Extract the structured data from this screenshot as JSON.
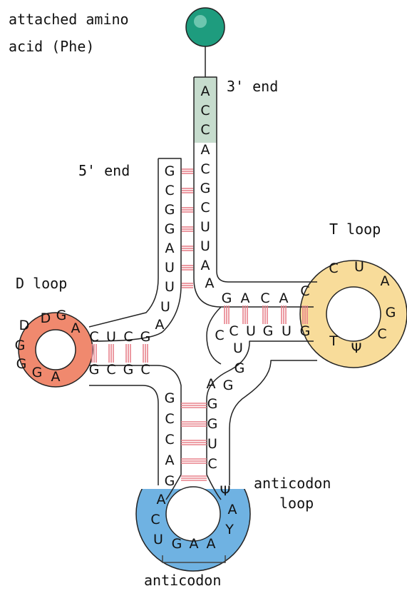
{
  "labels": {
    "amino_acid_line1": "attached amino",
    "amino_acid_line2": "acid (Phe)",
    "three_prime_end": "3' end",
    "five_prime_end": "5' end",
    "t_loop": "T loop",
    "d_loop": "D loop",
    "anticodon_loop_line1": "anticodon",
    "anticodon_loop_line2": "loop",
    "anticodon": "anticodon"
  },
  "colors": {
    "amino_acid": "#1e9c7e",
    "acceptor_tail": "#c6dccd",
    "d_loop": "#f0896e",
    "t_loop": "#f8dc9a",
    "anticodon_loop": "#6fb2e2",
    "base_pair_bond": "#e8808a",
    "strand_outline": "#222222"
  },
  "acceptor_tail": [
    "A",
    "C",
    "C"
  ],
  "acceptor_stem_3prime": [
    "A",
    "C",
    "G",
    "C",
    "U",
    "U",
    "A",
    "A"
  ],
  "acceptor_stem_5prime": [
    "G",
    "C",
    "G",
    "G",
    "A",
    "U",
    "U"
  ],
  "linker_5prime": [
    "U",
    "A"
  ],
  "d_stem_top": [
    "C",
    "U",
    "C",
    "G"
  ],
  "d_loop": [
    "A",
    "G",
    "D",
    "D",
    "G",
    "G",
    "G",
    "A"
  ],
  "d_stem_bottom": [
    "G",
    "C",
    "G",
    "C"
  ],
  "anticodon_stem_5prime": [
    "G",
    "C",
    "C",
    "A",
    "G"
  ],
  "anticodon_loop": [
    "A",
    "C",
    "U",
    "G",
    "A",
    "A",
    "Y",
    "A",
    "Ψ"
  ],
  "anticodon_stem_3prime": [
    "C",
    "U",
    "G",
    "G",
    "A"
  ],
  "variable_loop": [
    "G",
    "G",
    "U",
    "C"
  ],
  "t_stem_bottom": [
    "C",
    "U",
    "G",
    "U",
    "G"
  ],
  "t_loop": [
    "T",
    "Ψ",
    "C",
    "G",
    "A",
    "U",
    "C"
  ],
  "t_stem_top": [
    "G",
    "A",
    "C",
    "A",
    "C"
  ]
}
